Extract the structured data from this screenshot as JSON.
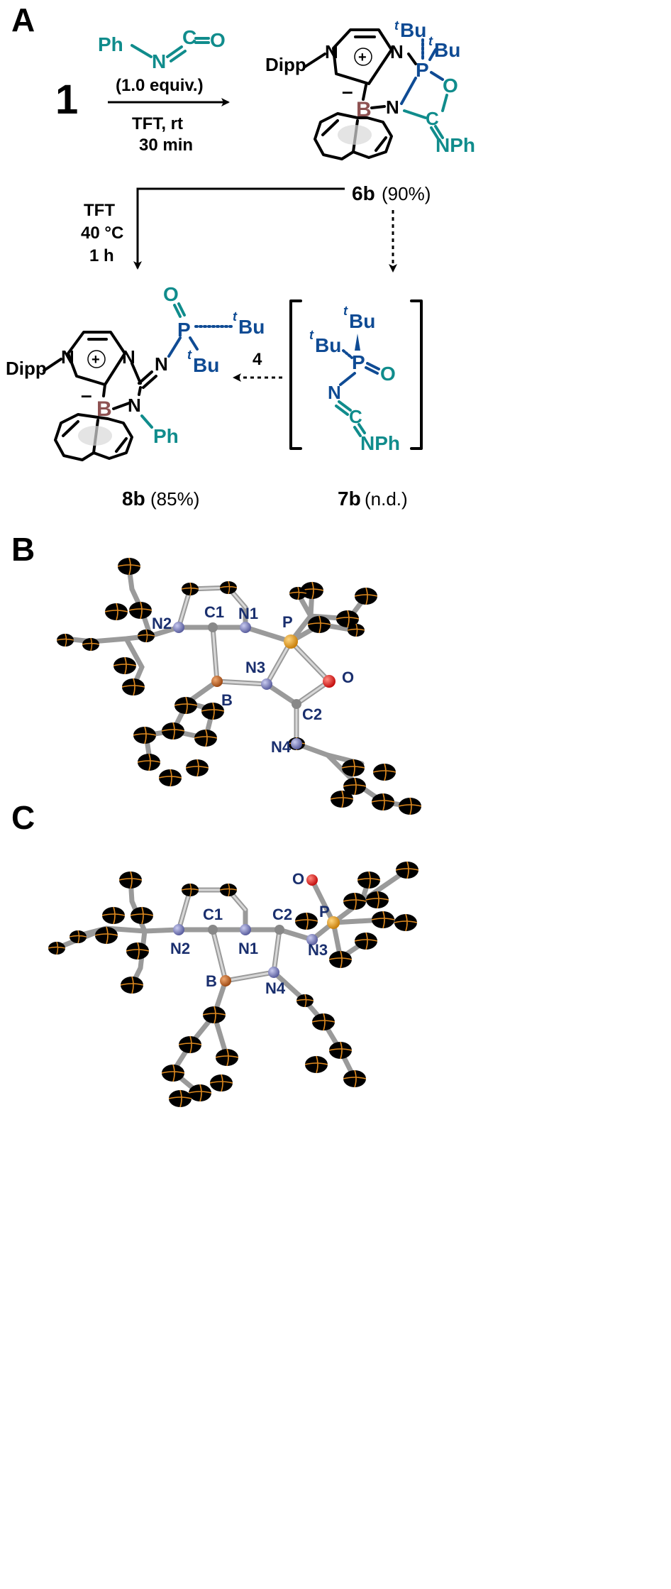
{
  "panels": {
    "a": "A",
    "b": "B",
    "c": "C"
  },
  "scheme": {
    "start_compound": "1",
    "reagent": {
      "name_ph": "Ph",
      "n": "N",
      "c": "C",
      "o": "O",
      "equiv": "(1.0 equiv.)"
    },
    "conditions_1": {
      "line1": "TFT, rt",
      "line2": "30 min"
    },
    "conditions_2": {
      "line1": "TFT",
      "line2": "40 °C",
      "line3": "1 h"
    },
    "compound_6b": {
      "label": "6b",
      "yield": "(90%)"
    },
    "compound_7b": {
      "label": "7b",
      "yield": "(n.d.)"
    },
    "compound_8b": {
      "label": "8b",
      "yield": "(85%)"
    },
    "reactant_4": "4",
    "atoms": {
      "dipp": "Dipp",
      "n": "N",
      "b": "B",
      "p": "P",
      "o": "O",
      "c": "C",
      "plus": "+",
      "minus": "–",
      "tbu_t": "t",
      "tbu": "Bu",
      "nph": "NPh",
      "ph": "Ph"
    }
  },
  "crystal_b": {
    "labels": [
      "N2",
      "C1",
      "N1",
      "P",
      "N3",
      "O",
      "B",
      "C2",
      "N4"
    ]
  },
  "crystal_c": {
    "labels": [
      "O",
      "P",
      "N2",
      "C1",
      "N1",
      "C2",
      "N3",
      "B",
      "N4"
    ]
  },
  "colors": {
    "phosphorus_group": "#0f4b94",
    "isocyanate": "#108c8c",
    "boron": "#8e5252",
    "ellipsoid": "#000000",
    "ellipsoid_axes": "#e08a1e",
    "n_atom": "#7b7fbf",
    "p_atom": "#e8a020",
    "o_atom": "#e01818",
    "b_atom": "#c26a22"
  }
}
